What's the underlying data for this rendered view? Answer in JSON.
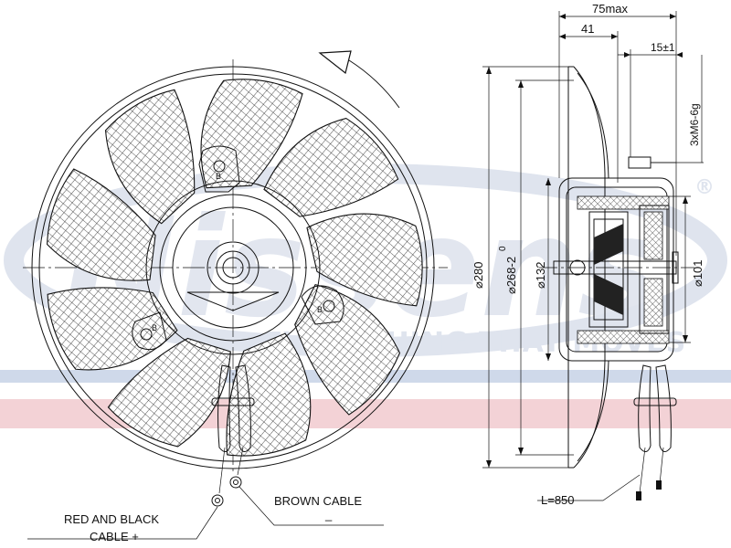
{
  "watermark": {
    "brand": "Nissens",
    "reg": "®",
    "tagline": "EVERYTHING THAT MOVES",
    "color_light": "#dfe4ee",
    "color_stripe_blue": "#cfd9ea",
    "color_stripe_red": "#f3d2d6"
  },
  "front_view": {
    "labels": {
      "red_black_line1": "RED AND BLACK",
      "red_black_line2": "CABLE +",
      "brown_line1": "BROWN CABLE",
      "brown_line2": "_",
      "hub_mark": "B"
    }
  },
  "side_view": {
    "dimensions": {
      "overall_depth": "75max",
      "depth_41": "41",
      "depth_15": "15±1",
      "thread": "3xM6-6g",
      "dia_280": "⌀280",
      "dia_268": "⌀268-2",
      "dia_268_upper": "0",
      "dia_132": "⌀132",
      "dia_101": "⌀101",
      "cable_length": "L=850"
    }
  }
}
